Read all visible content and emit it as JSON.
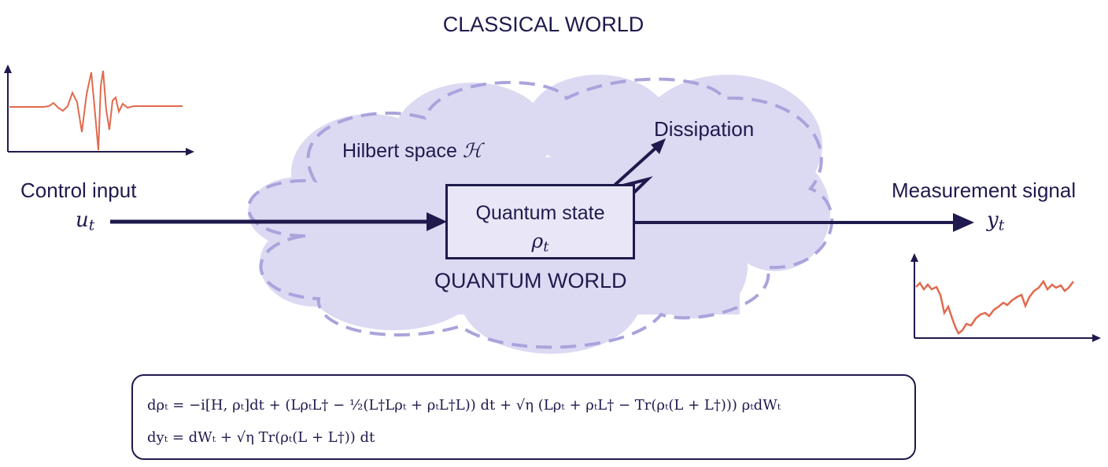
{
  "titles": {
    "classical": "CLASSICAL WORLD",
    "quantum": "QUANTUM WORLD"
  },
  "hilbert": {
    "label": "Hilbert space ",
    "symbol": "ℋ"
  },
  "dissipation": "Dissipation",
  "control": {
    "label": "Control input",
    "symbol": "u",
    "subscript": "t"
  },
  "measurement": {
    "label": "Measurement signal",
    "symbol": "y",
    "subscript": "t"
  },
  "state": {
    "label": "Quantum state",
    "symbol": "ρ",
    "subscript": "t"
  },
  "equations": {
    "line1": "dρₜ = −i[H, ρₜ]dt + (LρₜL† − ½(L†Lρₜ + ρₜL†L)) dt + √η (Lρₜ + ρₜL† − Tr(ρₜ(L + L†))) ρₜdWₜ",
    "line2": "dyₜ = dWₜ + √η Tr(ρₜ(L + L†)) dt"
  },
  "colors": {
    "ink": "#1f1a4d",
    "cloud_fill": "#dcd9f2",
    "cloud_stroke": "#a9a4dc",
    "signal": "#e06a4e"
  }
}
